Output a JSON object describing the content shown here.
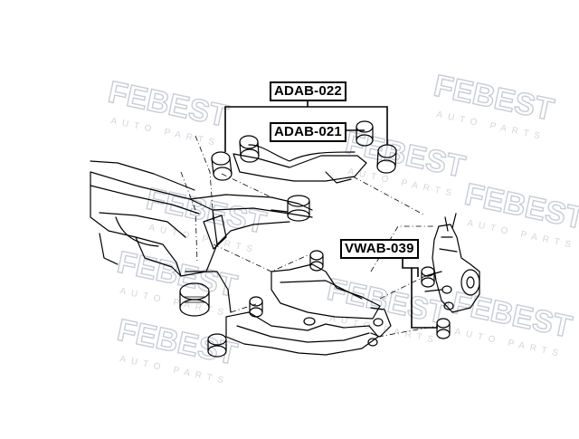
{
  "watermark": {
    "brand": "FEBEST",
    "sub": "AUTO PARTS"
  },
  "labels": {
    "adab022": "ADAB-022",
    "adab021": "ADAB-021",
    "vwab039": "VWAB-039"
  },
  "colors": {
    "line": "#000000",
    "watermark": "#c9ccd6",
    "background": "#ffffff"
  }
}
